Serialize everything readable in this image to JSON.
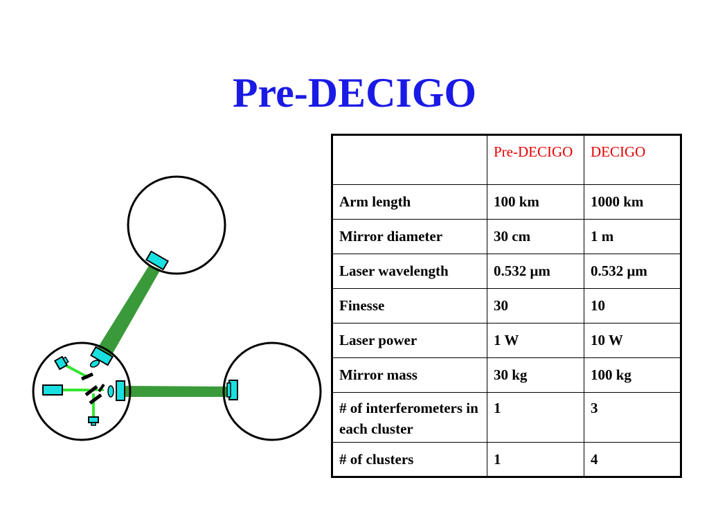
{
  "title": "Pre-DECIGO",
  "colors": {
    "title": "#1a1ae6",
    "header_text": "#e60000",
    "beam": "#3a9a3a",
    "optics": "#19e0e0",
    "bright_green": "#33e633"
  },
  "table": {
    "headers": [
      "",
      "Pre-DECIGO",
      "DECIGO"
    ],
    "rows": [
      [
        "Arm length",
        "100 km",
        "1000 km"
      ],
      [
        "Mirror diameter",
        "30 cm",
        "1 m"
      ],
      [
        "Laser wavelength",
        "0.532 μm",
        "0.532 μm"
      ],
      [
        "Finesse",
        "30",
        "10"
      ],
      [
        "Laser power",
        "1 W",
        "10 W"
      ],
      [
        "Mirror mass",
        "30 kg",
        "100 kg"
      ],
      [
        "# of interferometers in each cluster",
        "1",
        "3"
      ],
      [
        "# of clusters",
        "1",
        "4"
      ]
    ]
  }
}
